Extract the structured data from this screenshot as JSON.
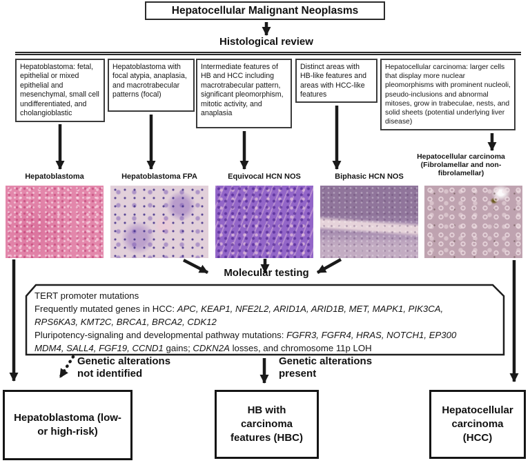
{
  "header": {
    "title": "Hepatocellular Malignant Neoplasms",
    "histological_review": "Histological review"
  },
  "criteria_boxes": [
    {
      "text": "Hepatoblastoma: fetal, epithelial or mixed epithelial and mesenchymal, small cell undifferentiated, and cholangioblastic"
    },
    {
      "text": "Hepatoblastoma with focal atypia, anaplasia, and macrotrabecular patterns (focal)"
    },
    {
      "text": "Intermediate features of HB and HCC including macrotrabecular pattern, significant pleomorphism, mitotic activity, and anaplasia"
    },
    {
      "text": "Distinct areas with HB-like features and areas with HCC-like features"
    },
    {
      "text": "Hepatocellular carcinoma: larger cells that display more nuclear pleomorphisms with prominent nucleoli, pseudo-inclusions and abnormal mitoses, grow in trabeculae, nests, and solid sheets (potential underlying liver disease)"
    }
  ],
  "histology_panels": [
    {
      "label": "Hepatoblastoma",
      "stain": "pink H&E"
    },
    {
      "label": "Hepatoblastoma FPA",
      "stain": "lavender with dark nuclei"
    },
    {
      "label": "Equivocal HCN NOS",
      "stain": "deep violet"
    },
    {
      "label": "Biphasic HCN NOS",
      "stain": "gray-purple lobes with pale band"
    },
    {
      "label": "Hepatocellular carcinoma (Fibrolamellar and non-fibrolamellar)",
      "stain": "pale mauve trabecular"
    }
  ],
  "molecular": {
    "label": "Molecular testing",
    "lines": [
      [
        {
          "t": "TERT promoter mutations"
        }
      ],
      [
        {
          "t": "Frequently mutated genes in HCC: "
        },
        {
          "t": "APC, KEAP1, NFE2L2, ARID1A, ARID1B, MET, MAPK1, PIK3CA,",
          "i": true
        }
      ],
      [
        {
          "t": "RPS6KA3, KMT2C, BRCA1, BRCA2, CDK12",
          "i": true
        }
      ],
      [
        {
          "t": "Pluripotency-signaling and developmental pathway mutations: "
        },
        {
          "t": "FGFR3, FGFR4, HRAS, NOTCH1, EP300",
          "i": true
        }
      ],
      [
        {
          "t": "MDM4, SALL4, FGF19, CCND1",
          "i": true
        },
        {
          "t": " gains; "
        },
        {
          "t": "CDKN2A",
          "i": true
        },
        {
          "t": " losses, and chromosome 11p LOH"
        }
      ]
    ]
  },
  "outcomes": {
    "not_identified_label": "Genetic alterations not identified",
    "present_label": "Genetic alterations present",
    "boxes": [
      "Hepatoblastoma (low- or high-risk)",
      "HB with carcinoma features (HBC)",
      "Hepatocellular carcinoma (HCC)"
    ]
  },
  "colors": {
    "line": "#1a1a1a",
    "text": "#151515",
    "stain_pink": "#e387ab",
    "stain_lavender": "#e2d0da",
    "stain_violet": "#9366c8",
    "stain_gray_purple": "#a389ad",
    "stain_mauve": "#bfa3b0"
  }
}
